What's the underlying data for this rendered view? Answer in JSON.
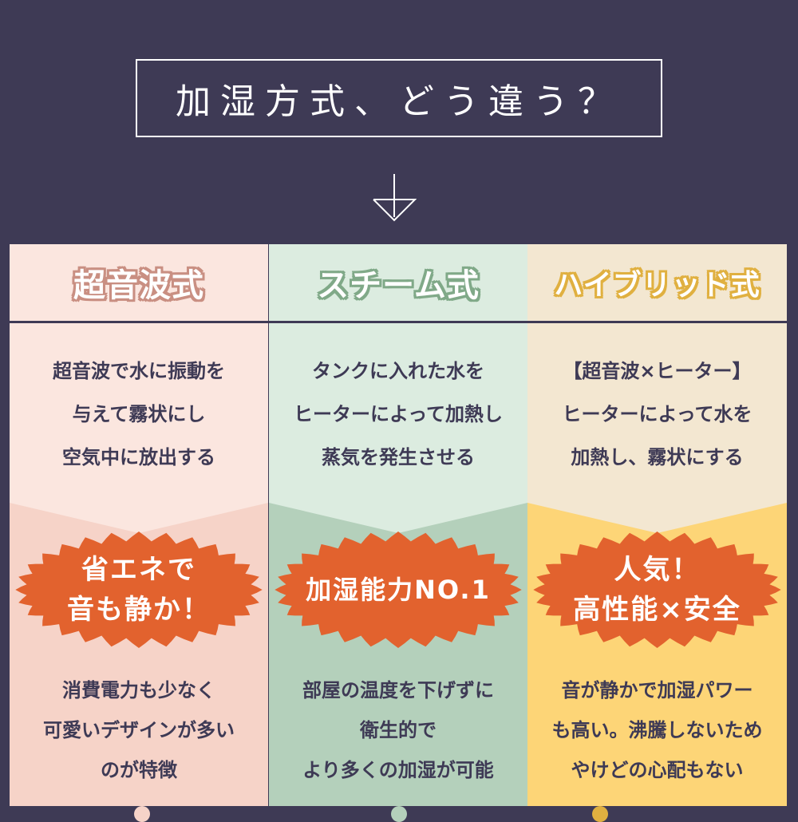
{
  "title": "加湿方式、どう違う？",
  "colors": {
    "background": "#3e3a55",
    "badge": "#e2622e"
  },
  "columns": [
    {
      "header": "超音波式",
      "header_color": "#c98f82",
      "top_bg": "#fbe6df",
      "bottom_bg": "#f6d3c8",
      "desc": [
        "超音波で水に振動を",
        "与えて霧状にし",
        "空気中に放出する"
      ],
      "badge": [
        "省エネで",
        "音も静か！"
      ],
      "note": [
        "消費電力も少なく",
        "可愛いデザインが多い",
        "のが特徴"
      ]
    },
    {
      "header": "スチーム式",
      "header_color": "#80a988",
      "top_bg": "#dcece0",
      "bottom_bg": "#b4d0bb",
      "desc": [
        "タンクに入れた水を",
        "ヒーターによって加熱し",
        "蒸気を発生させる"
      ],
      "badge": [
        "加湿能力NO.1"
      ],
      "note": [
        "部屋の温度を下げずに",
        "衛生的で",
        "より多くの加湿が可能"
      ]
    },
    {
      "header": "ハイブリッド式",
      "header_color": "#e0b040",
      "top_bg": "#f3e7d1",
      "bottom_bg": "#fdd577",
      "desc": [
        "【超音波×ヒーター】",
        "ヒーターによって水を",
        "加熱し、霧状にする"
      ],
      "badge": [
        "人気！",
        "高性能×安全"
      ],
      "note": [
        "音が静かで加湿パワー",
        "も高い。沸騰しないため",
        "やけどの心配もない"
      ]
    }
  ]
}
